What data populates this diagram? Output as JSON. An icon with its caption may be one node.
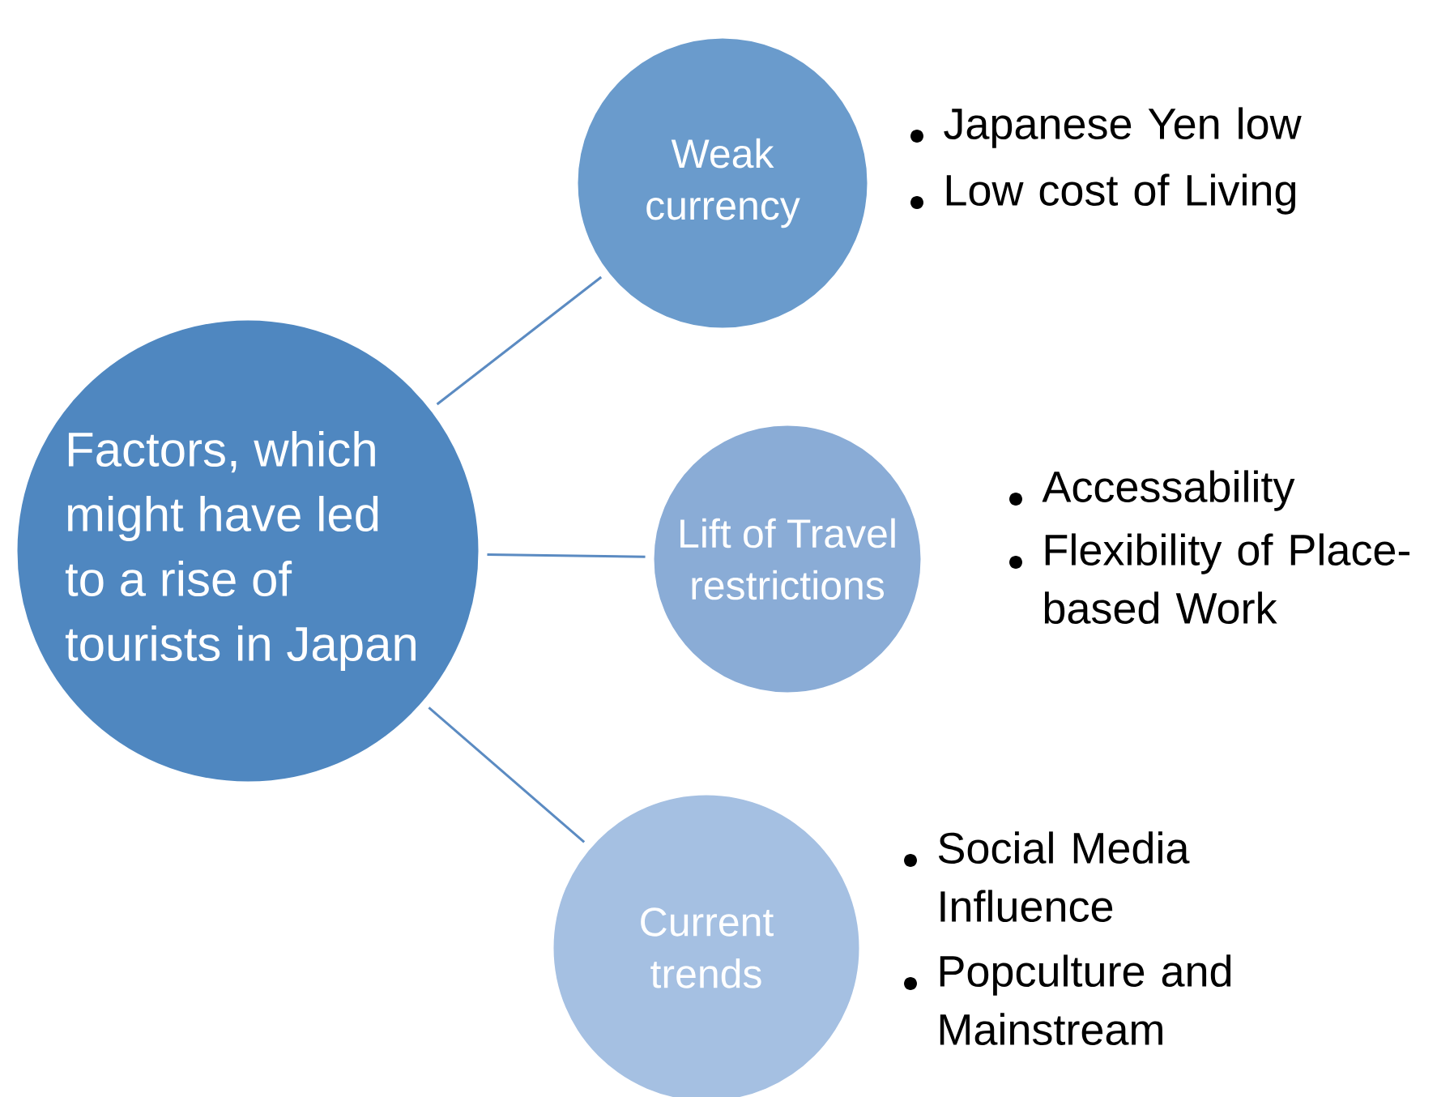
{
  "diagram": {
    "nodes": [
      {
        "text": [
          "Factors, which might have led to a rise of tourists in Japan"
        ]
      },
      {
        "text": [
          "Weak currency"
        ],
        "beside": [
          "Japanese Yen low",
          "Low cost of Living"
        ]
      },
      {
        "text": [
          "Lift of Travel restrictions"
        ],
        "beside": [
          "Accessability",
          "Flexibility of Place-based Work"
        ]
      },
      {
        "text": [
          "Current trends"
        ],
        "beside": [
          "Social Media Influence",
          "Popculture and Mainstream"
        ]
      }
    ],
    "edges": [
      {
        "from": 0,
        "to": 1,
        "arrow": "none"
      },
      {
        "from": 0,
        "to": 2,
        "arrow": "none"
      },
      {
        "from": 0,
        "to": 3,
        "arrow": "none"
      }
    ]
  }
}
